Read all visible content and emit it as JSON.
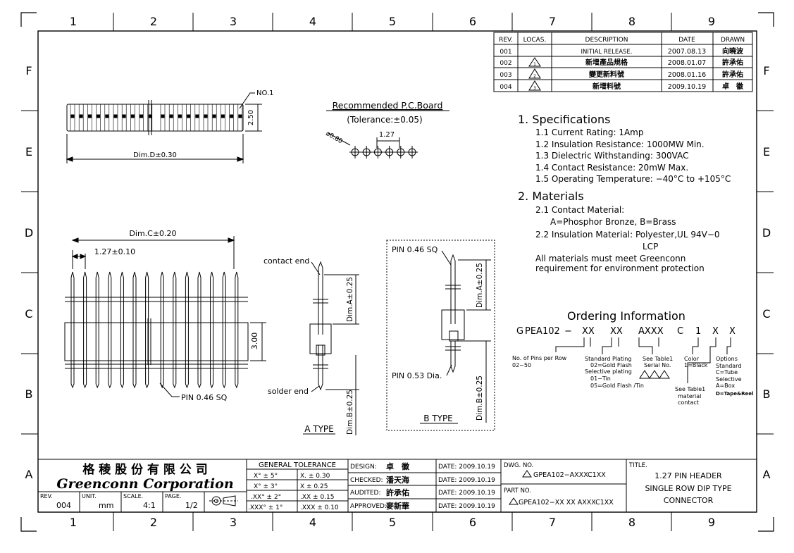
{
  "zones": {
    "columns": [
      "1",
      "2",
      "3",
      "4",
      "5",
      "6",
      "7",
      "8",
      "9"
    ],
    "rows": [
      "F",
      "E",
      "D",
      "C",
      "B",
      "A"
    ]
  },
  "revision_table": {
    "headers": [
      "REV.",
      "LOCAS.",
      "DESCRIPTION",
      "DATE",
      "DRAWN"
    ],
    "rows": [
      {
        "rev": "001",
        "locas": "",
        "desc": "INITIAL RELEASE.",
        "date": "2007.08.13",
        "drawn": "向曉波"
      },
      {
        "rev": "002",
        "locas": "1",
        "desc": "新增產品規格",
        "date": "2008.01.07",
        "drawn": "許承佑"
      },
      {
        "rev": "003",
        "locas": "2",
        "desc": "變更新料號",
        "date": "2008.01.16",
        "drawn": "許承佑"
      },
      {
        "rev": "004",
        "locas": "3",
        "desc": "新增料號",
        "date": "2009.10.19",
        "drawn": "卓　徽"
      }
    ]
  },
  "top_view": {
    "no1": "NO.1",
    "dim_d": "Dim.D±0.30",
    "height": "2.50"
  },
  "pcb": {
    "title": "Recommended P.C.Board",
    "tolerance": "(Tolerance:±0.05)",
    "hole": "ø0.80",
    "pitch": "1.27"
  },
  "specs": {
    "heading": "1.  Specifications",
    "items": [
      "1.1  Current Rating:   1Amp",
      "1.2  Insulation Resistance:  1000MW Min.",
      "1.3  Dielectric Withstanding:   300VAC",
      "1.4  Contact Resistance:   20mW Max.",
      "1.5  Operating Temperature:  −40°C  to  +105°C"
    ]
  },
  "materials": {
    "heading": "2.  Materials",
    "lines": [
      "2.1  Contact Material:",
      "A=Phosphor Bronze,   B=Brass",
      "2.2  Insulation Material:  Polyester,UL 94V−0",
      "LCP",
      "All materials must meet Greenconn",
      "requirement for environment protection"
    ]
  },
  "front_view": {
    "dim_c": "Dim.C±0.20",
    "pitch": "1.27±0.10",
    "height": "3.00",
    "pin": "PIN 0.46 SQ"
  },
  "a_type": {
    "contact": "contact end",
    "solder": "solder end",
    "dim_a": "Dim.A±0.25",
    "dim_b": "Dim.B±0.25",
    "label": "A TYPE"
  },
  "b_type": {
    "pin_sq": "PIN 0.46 SQ",
    "pin_dia": "PIN 0.53 Dia.",
    "dim_a": "Dim.A±0.25",
    "dim_b": "Dim.B±0.25",
    "label": "B TYPE"
  },
  "ordering": {
    "title": "Ordering Information",
    "code": [
      "G",
      "PEA102",
      "−",
      "XX",
      "XX",
      "AXXX",
      "C",
      "1",
      "X",
      "X"
    ],
    "notes": {
      "pins": [
        "No. of Pins per Row",
        "02~50"
      ],
      "plating": [
        "Standard Plating",
        "02=Gold Flash",
        "Selective plating",
        "01−Tin",
        "05=Gold Flash /Tin"
      ],
      "serial": [
        "See Table1",
        "Serial No."
      ],
      "color": [
        "Color",
        "1=Black"
      ],
      "material": [
        "See Table1",
        "material",
        "contact"
      ],
      "options": [
        "Options",
        "Standard",
        "C=Tube",
        "Selective",
        "A=Box",
        "D=Tape&Reel"
      ]
    }
  },
  "title_block": {
    "company_cn": "格 稜 股 份 有 限 公 司",
    "company_en": "Greenconn Corporation",
    "rev_label": "REV.",
    "rev": "004",
    "unit_label": "UNIT.",
    "unit": "mm",
    "scale_label": "SCALE.",
    "scale": "4:1",
    "page_label": "PAGE.",
    "page": "1/2",
    "tol_header": "GENERAL  TOLERANCE",
    "tol_rows": [
      [
        "X° ± 5°",
        "X.    ± 0.30"
      ],
      [
        "X° ± 3°",
        "X      ± 0.25"
      ],
      [
        ".XX° ± 2°",
        ".XX    ± 0.15"
      ],
      [
        ".XXX° ± 1°",
        ".XXX ± 0.10"
      ]
    ],
    "signoffs": [
      {
        "label": "DESIGN:",
        "name": "卓　徽",
        "date": "DATE: 2009.10.19"
      },
      {
        "label": "CHECKED:",
        "name": "潘天海",
        "date": "DATE: 2009.10.19"
      },
      {
        "label": "AUDITED:",
        "name": "許承佑",
        "date": "DATE: 2009.10.19"
      },
      {
        "label": "APPROVED:",
        "name": "麥新華",
        "date": "DATE: 2009.10.19"
      }
    ],
    "dwg_label": "DWG. NO.",
    "dwg_no": "GPEA102−AXXXC1XX",
    "part_label": "PART NO.",
    "part_no": "GPEA102−XX XX AXXXC1XX",
    "title_label": "TITLE.",
    "title_lines": [
      "1.27 PIN HEADER",
      "SINGLE ROW DIP TYPE",
      "CONNECTOR"
    ]
  }
}
